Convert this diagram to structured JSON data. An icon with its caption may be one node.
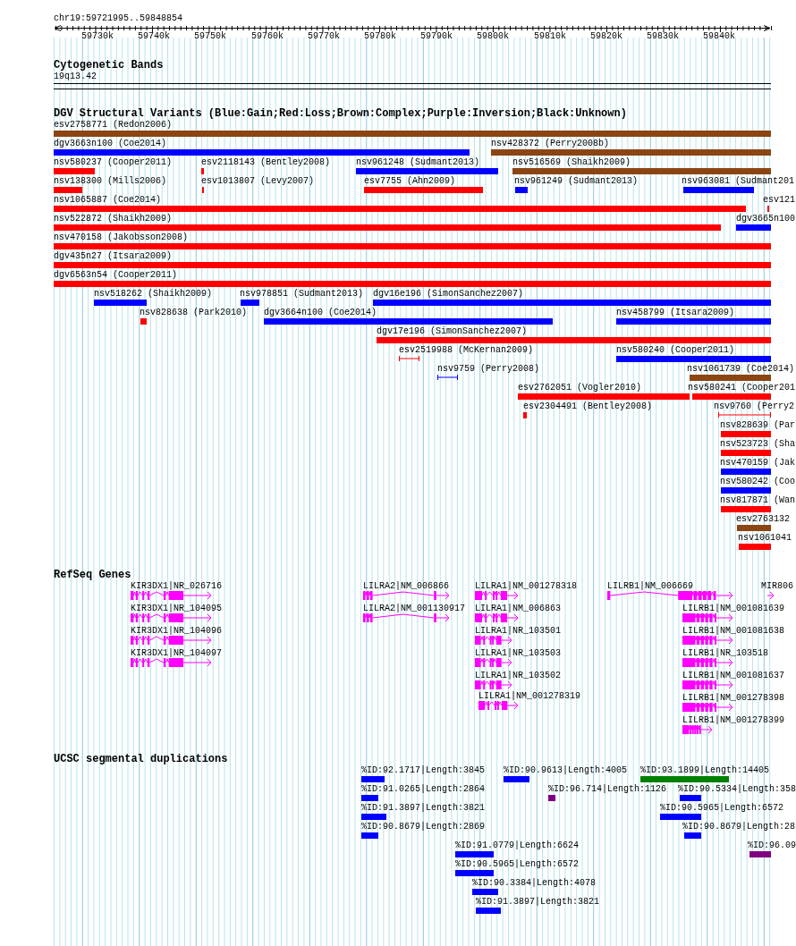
{
  "diagram": {
    "labels": [
      "chr19:59721995..59848854",
      "59730k",
      "59740k",
      "59750k",
      "59760k",
      "59770k",
      "59780k",
      "59790k",
      "59800k",
      "59810k",
      "59820k",
      "59830k",
      "59840k",
      "Cytogenetic Bands",
      "19q13.42",
      "DGV Structural Variants (Blue:Gain;Red:Loss;Brown:Complex;Purple:Inversion;Black:Unknown)",
      "esv2758771 (Redon2006)",
      "dgv3663n100 (Coe2014)",
      "nsv428372 (Perry2008b)",
      "nsv580237 (Cooper2011)",
      "esv2118143 (Bentley2008)",
      "nsv961248 (Sudmant2013)",
      "nsv516569 (Shaikh2009)",
      "nsv138300 (Mills2006)",
      "esv1013807 (Levy2007)",
      "esv7755 (Ahn2009)",
      "nsv961249 (Sudmant2013)",
      "nsv963081 (Sudmant201",
      "nsv1065887 (Coe2014)",
      "esv121",
      "nsv522872 (Shaikh2009)",
      "dgv3665n100",
      "nsv470158 (Jakobsson2008)",
      "dgv435n27 (Itsara2009)",
      "dgv6563n54 (Cooper2011)",
      "nsv518262 (Shaikh2009)",
      "nsv978851 (Sudmant2013)",
      "dgv16e196 (SimonSanchez2007)",
      "nsv828638 (Park2010)",
      "dgv3664n100 (Coe2014)",
      "nsv458799 (Itsara2009)",
      "dgv17e196 (SimonSanchez2007)",
      "esv2519988 (McKernan2009)",
      "nsv580240 (Cooper2011)",
      "nsv9759 (Perry2008)",
      "nsv1061739 (Coe2014)",
      "esv2762051 (Vogler2010)",
      "nsv580241 (Cooper201",
      "esv2304491 (Bentley2008)",
      "nsv9760 (Perry2",
      "nsv828639 (Par",
      "nsv523723 (Sha",
      "nsv470159 (Jak",
      "nsv580242 (Coo",
      "nsv817871 (Wan",
      "esv2763132",
      "nsv1061041",
      "RefSeq Genes",
      "KIR3DX1|NR_026716",
      "LILRA2|NM_006866",
      "LILRA1|NM_001278318",
      "LILRB1|NM_006669",
      "MIR806",
      "KIR3DX1|NR_104095",
      "LILRA2|NM_001130917",
      "LILRA1|NM_006863",
      "LILRB1|NM_001081639",
      "KIR3DX1|NR_104096",
      "LILRA1|NR_103501",
      "LILRB1|NM_001081638",
      "KIR3DX1|NR_104097",
      "LILRA1|NR_103503",
      "LILRB1|NR_103518",
      "LILRA1|NR_103502",
      "LILRB1|NM_001081637",
      "LILRA1|NM_001278319",
      "LILRB1|NM_001278398",
      "LILRB1|NM_001278399",
      "UCSC segmental duplications",
      "%ID:92.1717|Length:3845",
      "%ID:90.9613|Length:4005",
      "%ID:93.1899|Length:14405",
      "%ID:91.0265|Length:2864",
      "%ID:96.714|Length:1126",
      "%ID:90.5334|Length:358",
      "%ID:91.3897|Length:3821",
      "%ID:90.5965|Length:6572",
      "%ID:90.8679|Length:2869",
      "%ID:90.8679|Length:28",
      "%ID:91.0779|Length:6624",
      "%ID:96.09",
      "%ID:90.5965|Length:6572",
      "%ID:90.3384|Length:4078",
      "%ID:91.3897|Length:3821"
    ]
  }
}
